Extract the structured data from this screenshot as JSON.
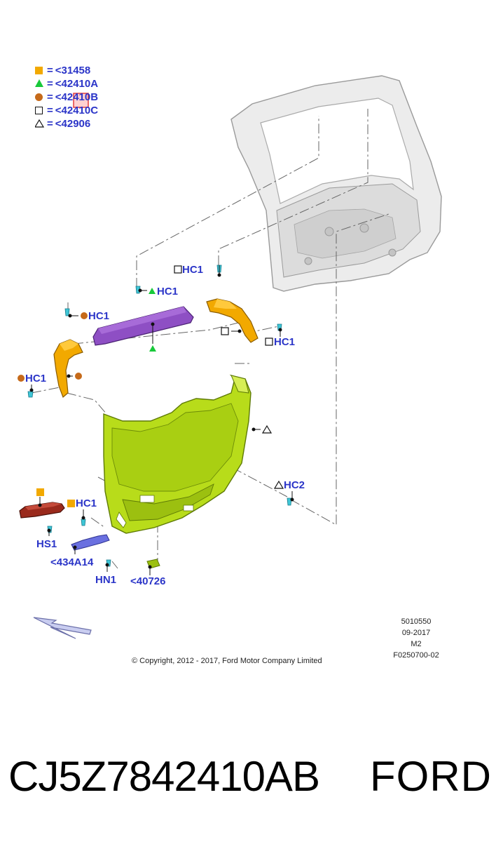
{
  "legend": [
    {
      "symbol": "orange-square",
      "eq": "=",
      "code": "<31458"
    },
    {
      "symbol": "green-triangle",
      "eq": "=",
      "code": "<42410A"
    },
    {
      "symbol": "brown-circle",
      "eq": "=",
      "code": "<42410B"
    },
    {
      "symbol": "outline-square",
      "eq": "=",
      "code": "<42410C"
    },
    {
      "symbol": "outline-triangle",
      "eq": "=",
      "code": "<42906"
    }
  ],
  "callouts": {
    "hc1_a": "HC1",
    "hc1_b": "HC1",
    "hc1_c": "HC1",
    "hc1_d": "HC1",
    "hc1_e": "HC1",
    "hc1_f": "HC1",
    "hc2": "HC2",
    "hs1": "HS1",
    "hn1": "HN1",
    "p434a14": "<434A14",
    "p40726": "<40726"
  },
  "meta": {
    "doc_id": "5010550",
    "date": "09-2017",
    "rev": "M2",
    "figure": "F0250700-02"
  },
  "copyright": "© Copyright, 2012 - 2017, Ford Motor Company Limited",
  "part_number": "CJ5Z7842410AB",
  "brand": "FORD",
  "colors": {
    "label_blue": "#2b35c8",
    "trim_green": "#b8dc1a",
    "trim_orange": "#f2a900",
    "trim_purple": "#8e4fc4",
    "trim_red": "#9a2a1c",
    "clip_cyan": "#3fc6d6"
  }
}
